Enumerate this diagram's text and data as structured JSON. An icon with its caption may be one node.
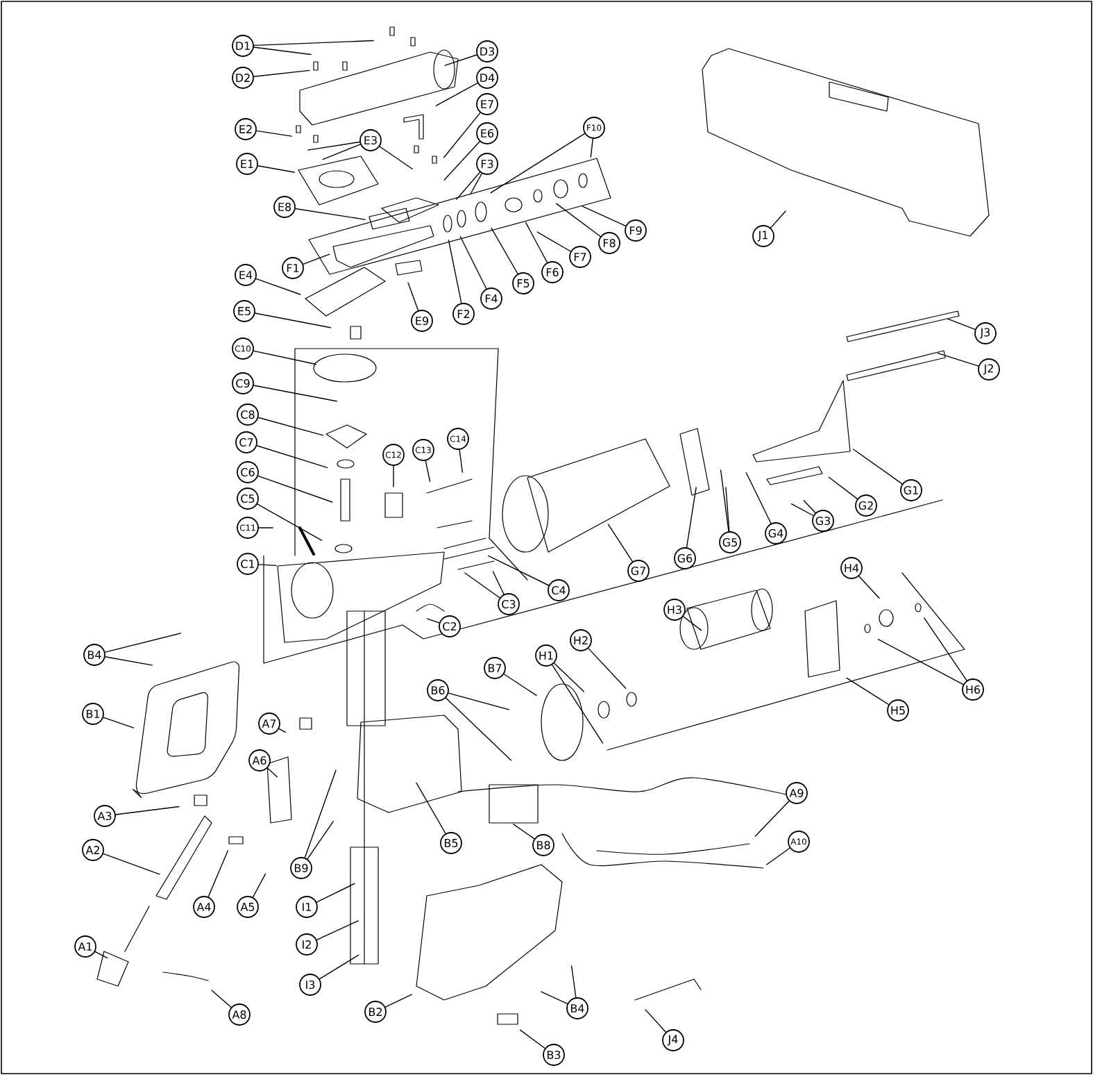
{
  "diagram": {
    "nodes": [
      {
        "text": [
          "D1"
        ]
      },
      {
        "text": [
          "D2"
        ]
      },
      {
        "text": [
          "D3"
        ]
      },
      {
        "text": [
          "D4"
        ]
      },
      {
        "text": [
          "E2"
        ]
      },
      {
        "text": [
          "E3"
        ]
      },
      {
        "text": [
          "E1"
        ]
      },
      {
        "text": [
          "E7"
        ]
      },
      {
        "text": [
          "E6"
        ]
      },
      {
        "text": [
          "F10"
        ]
      },
      {
        "text": [
          "F3"
        ]
      },
      {
        "text": [
          "E8"
        ]
      },
      {
        "text": [
          "F1"
        ]
      },
      {
        "text": [
          "F9"
        ]
      },
      {
        "text": [
          "F8"
        ]
      },
      {
        "text": [
          "F7"
        ]
      },
      {
        "text": [
          "F6"
        ]
      },
      {
        "text": [
          "F5"
        ]
      },
      {
        "text": [
          "F4"
        ]
      },
      {
        "text": [
          "F2"
        ]
      },
      {
        "text": [
          "E9"
        ]
      },
      {
        "text": [
          "E4"
        ]
      },
      {
        "text": [
          "E5"
        ]
      },
      {
        "text": [
          "J1"
        ]
      },
      {
        "text": [
          "J3"
        ]
      },
      {
        "text": [
          "J2"
        ]
      },
      {
        "text": [
          "C10"
        ]
      },
      {
        "text": [
          "C9"
        ]
      },
      {
        "text": [
          "C8"
        ]
      },
      {
        "text": [
          "C7"
        ]
      },
      {
        "text": [
          "C6"
        ]
      },
      {
        "text": [
          "C5"
        ]
      },
      {
        "text": [
          "C11"
        ]
      },
      {
        "text": [
          "C1"
        ]
      },
      {
        "text": [
          "C12"
        ]
      },
      {
        "text": [
          "C13"
        ]
      },
      {
        "text": [
          "C14"
        ]
      },
      {
        "text": [
          "C4"
        ]
      },
      {
        "text": [
          "C3"
        ]
      },
      {
        "text": [
          "C2"
        ]
      },
      {
        "text": [
          "G7"
        ]
      },
      {
        "text": [
          "G6"
        ]
      },
      {
        "text": [
          "G5"
        ]
      },
      {
        "text": [
          "G4"
        ]
      },
      {
        "text": [
          "G3"
        ]
      },
      {
        "text": [
          "G2"
        ]
      },
      {
        "text": [
          "G1"
        ]
      },
      {
        "text": [
          "H4"
        ]
      },
      {
        "text": [
          "H3"
        ]
      },
      {
        "text": [
          "H2"
        ]
      },
      {
        "text": [
          "H1"
        ]
      },
      {
        "text": [
          "B7"
        ]
      },
      {
        "text": [
          "B6"
        ]
      },
      {
        "text": [
          "H6"
        ]
      },
      {
        "text": [
          "H5"
        ]
      },
      {
        "text": [
          "B4"
        ]
      },
      {
        "text": [
          "B1"
        ]
      },
      {
        "text": [
          "A7"
        ]
      },
      {
        "text": [
          "A6"
        ]
      },
      {
        "text": [
          "A3"
        ]
      },
      {
        "text": [
          "A9"
        ]
      },
      {
        "text": [
          "A10"
        ]
      },
      {
        "text": [
          "B5"
        ]
      },
      {
        "text": [
          "B8"
        ]
      },
      {
        "text": [
          "A2"
        ]
      },
      {
        "text": [
          "B9"
        ]
      },
      {
        "text": [
          "A4"
        ]
      },
      {
        "text": [
          "A5"
        ]
      },
      {
        "text": [
          "I1"
        ]
      },
      {
        "text": [
          "I2"
        ]
      },
      {
        "text": [
          "A1"
        ]
      },
      {
        "text": [
          "I3"
        ]
      },
      {
        "text": [
          "B2"
        ]
      },
      {
        "text": [
          "B4"
        ]
      },
      {
        "text": [
          "A8"
        ]
      },
      {
        "text": [
          "J4"
        ]
      },
      {
        "text": [
          "B3"
        ]
      }
    ],
    "edges": [
      {
        "from": 0,
        "to": null,
        "arrow": "none"
      },
      {
        "from": 0,
        "to": null,
        "arrow": "none"
      },
      {
        "from": 1,
        "to": null,
        "arrow": "none"
      },
      {
        "from": 2,
        "to": null,
        "arrow": "none"
      },
      {
        "from": 3,
        "to": null,
        "arrow": "none"
      },
      {
        "from": 4,
        "to": null,
        "arrow": "none"
      },
      {
        "from": 5,
        "to": null,
        "arrow": "none"
      },
      {
        "from": 5,
        "to": null,
        "arrow": "none"
      },
      {
        "from": 5,
        "to": null,
        "arrow": "none"
      },
      {
        "from": 6,
        "to": null,
        "arrow": "none"
      },
      {
        "from": 7,
        "to": null,
        "arrow": "none"
      },
      {
        "from": 8,
        "to": null,
        "arrow": "none"
      },
      {
        "from": 9,
        "to": null,
        "arrow": "none"
      },
      {
        "from": 9,
        "to": null,
        "arrow": "none"
      },
      {
        "from": 10,
        "to": null,
        "arrow": "none"
      },
      {
        "from": 10,
        "to": null,
        "arrow": "none"
      },
      {
        "from": 11,
        "to": null,
        "arrow": "none"
      },
      {
        "from": 12,
        "to": null,
        "arrow": "none"
      },
      {
        "from": 13,
        "to": null,
        "arrow": "none"
      },
      {
        "from": 14,
        "to": null,
        "arrow": "none"
      },
      {
        "from": 15,
        "to": null,
        "arrow": "none"
      },
      {
        "from": 16,
        "to": null,
        "arrow": "none"
      },
      {
        "from": 17,
        "to": null,
        "arrow": "none"
      },
      {
        "from": 18,
        "to": null,
        "arrow": "none"
      },
      {
        "from": 19,
        "to": null,
        "arrow": "none"
      },
      {
        "from": 20,
        "to": null,
        "arrow": "none"
      },
      {
        "from": 21,
        "to": null,
        "arrow": "none"
      },
      {
        "from": 22,
        "to": null,
        "arrow": "none"
      },
      {
        "from": 23,
        "to": null,
        "arrow": "none"
      },
      {
        "from": 24,
        "to": null,
        "arrow": "none"
      },
      {
        "from": 25,
        "to": null,
        "arrow": "none"
      },
      {
        "from": 26,
        "to": null,
        "arrow": "none"
      },
      {
        "from": 27,
        "to": null,
        "arrow": "none"
      },
      {
        "from": 28,
        "to": null,
        "arrow": "none"
      },
      {
        "from": 29,
        "to": null,
        "arrow": "none"
      },
      {
        "from": 30,
        "to": null,
        "arrow": "none"
      },
      {
        "from": 31,
        "to": null,
        "arrow": "none"
      },
      {
        "from": 32,
        "to": null,
        "arrow": "none"
      },
      {
        "from": 33,
        "to": null,
        "arrow": "none"
      },
      {
        "from": 34,
        "to": null,
        "arrow": "none"
      },
      {
        "from": 35,
        "to": null,
        "arrow": "none"
      },
      {
        "from": 36,
        "to": null,
        "arrow": "none"
      },
      {
        "from": 37,
        "to": null,
        "arrow": "none"
      },
      {
        "from": 38,
        "to": null,
        "arrow": "none"
      },
      {
        "from": 38,
        "to": null,
        "arrow": "none"
      },
      {
        "from": 39,
        "to": null,
        "arrow": "none"
      },
      {
        "from": 40,
        "to": null,
        "arrow": "none"
      },
      {
        "from": 41,
        "to": null,
        "arrow": "none"
      },
      {
        "from": 42,
        "to": null,
        "arrow": "none"
      },
      {
        "from": 42,
        "to": null,
        "arrow": "none"
      },
      {
        "from": 43,
        "to": null,
        "arrow": "none"
      },
      {
        "from": 44,
        "to": null,
        "arrow": "none"
      },
      {
        "from": 44,
        "to": null,
        "arrow": "none"
      },
      {
        "from": 45,
        "to": null,
        "arrow": "none"
      },
      {
        "from": 46,
        "to": null,
        "arrow": "none"
      },
      {
        "from": 47,
        "to": null,
        "arrow": "none"
      },
      {
        "from": 48,
        "to": null,
        "arrow": "none"
      },
      {
        "from": 49,
        "to": null,
        "arrow": "none"
      },
      {
        "from": 50,
        "to": null,
        "arrow": "none"
      },
      {
        "from": 50,
        "to": null,
        "arrow": "none"
      },
      {
        "from": 51,
        "to": null,
        "arrow": "none"
      },
      {
        "from": 52,
        "to": null,
        "arrow": "none"
      },
      {
        "from": 52,
        "to": null,
        "arrow": "none"
      },
      {
        "from": 53,
        "to": null,
        "arrow": "none"
      },
      {
        "from": 53,
        "to": null,
        "arrow": "none"
      },
      {
        "from": 54,
        "to": null,
        "arrow": "none"
      },
      {
        "from": 55,
        "to": null,
        "arrow": "none"
      },
      {
        "from": 55,
        "to": null,
        "arrow": "none"
      },
      {
        "from": 56,
        "to": null,
        "arrow": "none"
      },
      {
        "from": 57,
        "to": null,
        "arrow": "none"
      },
      {
        "from": 58,
        "to": null,
        "arrow": "none"
      },
      {
        "from": 59,
        "to": null,
        "arrow": "none"
      },
      {
        "from": 60,
        "to": null,
        "arrow": "none"
      },
      {
        "from": 61,
        "to": null,
        "arrow": "none"
      },
      {
        "from": 62,
        "to": null,
        "arrow": "none"
      },
      {
        "from": 63,
        "to": null,
        "arrow": "none"
      },
      {
        "from": 64,
        "to": null,
        "arrow": "none"
      },
      {
        "from": 65,
        "to": null,
        "arrow": "none"
      },
      {
        "from": 65,
        "to": null,
        "arrow": "none"
      },
      {
        "from": 66,
        "to": null,
        "arrow": "none"
      },
      {
        "from": 67,
        "to": null,
        "arrow": "none"
      },
      {
        "from": 68,
        "to": null,
        "arrow": "none"
      },
      {
        "from": 69,
        "to": null,
        "arrow": "none"
      },
      {
        "from": 70,
        "to": null,
        "arrow": "none"
      },
      {
        "from": 71,
        "to": null,
        "arrow": "none"
      },
      {
        "from": 72,
        "to": null,
        "arrow": "none"
      },
      {
        "from": 73,
        "to": null,
        "arrow": "none"
      },
      {
        "from": 73,
        "to": null,
        "arrow": "none"
      },
      {
        "from": 74,
        "to": null,
        "arrow": "none"
      },
      {
        "from": 75,
        "to": null,
        "arrow": "none"
      },
      {
        "from": 76,
        "to": null,
        "arrow": "none"
      }
    ]
  }
}
